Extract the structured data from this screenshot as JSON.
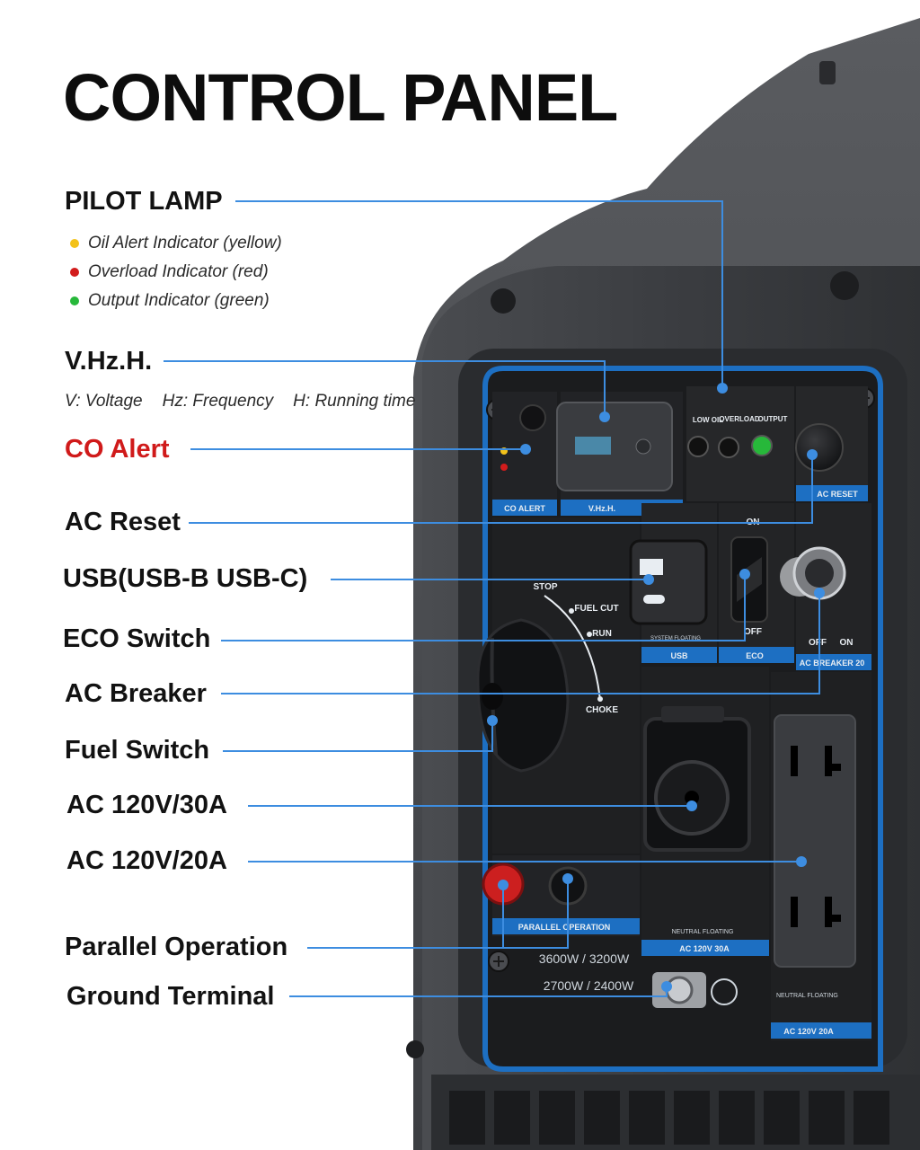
{
  "title": "CONTROL PANEL",
  "pilot_lamp": {
    "label": "PILOT LAMP",
    "items": [
      {
        "text": "Oil Alert Indicator (yellow)",
        "color": "#f3c21a"
      },
      {
        "text": "Overload Indicator (red)",
        "color": "#d21c1c"
      },
      {
        "text": "Output Indicator (green)",
        "color": "#27b83a"
      }
    ]
  },
  "vhzh": {
    "label": "V.Hz.H.",
    "defs": [
      "V: Voltage",
      "Hz: Frequency",
      "H: Running time"
    ]
  },
  "callouts": {
    "co_alert": "CO Alert",
    "ac_reset": "AC Reset",
    "usb": "USB(USB-B USB-C)",
    "eco_switch": "ECO Switch",
    "ac_breaker": "AC Breaker",
    "fuel_switch": "Fuel Switch",
    "ac_30a": "AC 120V/30A",
    "ac_20a": "AC 120V/20A",
    "parallel": "Parallel Operation",
    "ground": "Ground Terminal"
  },
  "panel": {
    "co_alert_tag": "CO ALERT",
    "vhzh_tag": "V.Hz.H.",
    "ac_reset_tag": "AC RESET",
    "low_oil": "LOW OIL",
    "overload": "OVERLOAD",
    "output": "OUTPUT",
    "stop": "STOP",
    "fuel_cut": "FUEL CUT",
    "run": "RUN",
    "choke": "CHOKE",
    "usb_tag": "USB",
    "system_floating": "SYSTEM FLOATING",
    "eco_tag": "ECO",
    "on": "ON",
    "off": "OFF",
    "breaker_tag": "AC BREAKER 20",
    "breaker_off": "OFF",
    "breaker_on": "ON",
    "parallel_tag": "PARALLEL OPERATION",
    "neutral_floating": "NEUTRAL FLOATING",
    "ac30_tag": "AC 120V 30A",
    "neutral_floating_2": "NEUTRAL FLOATING",
    "ac20_tag": "AC 120V 20A",
    "watts_1": "3600W / 3200W",
    "watts_2": "2700W / 2400W"
  },
  "colors": {
    "accent_line": "#3d8de0",
    "panel_blue": "#1d6fc2",
    "body_dark": "#3a3c40",
    "panel_black": "#1b1c1e",
    "co_red": "#d01a1a"
  }
}
